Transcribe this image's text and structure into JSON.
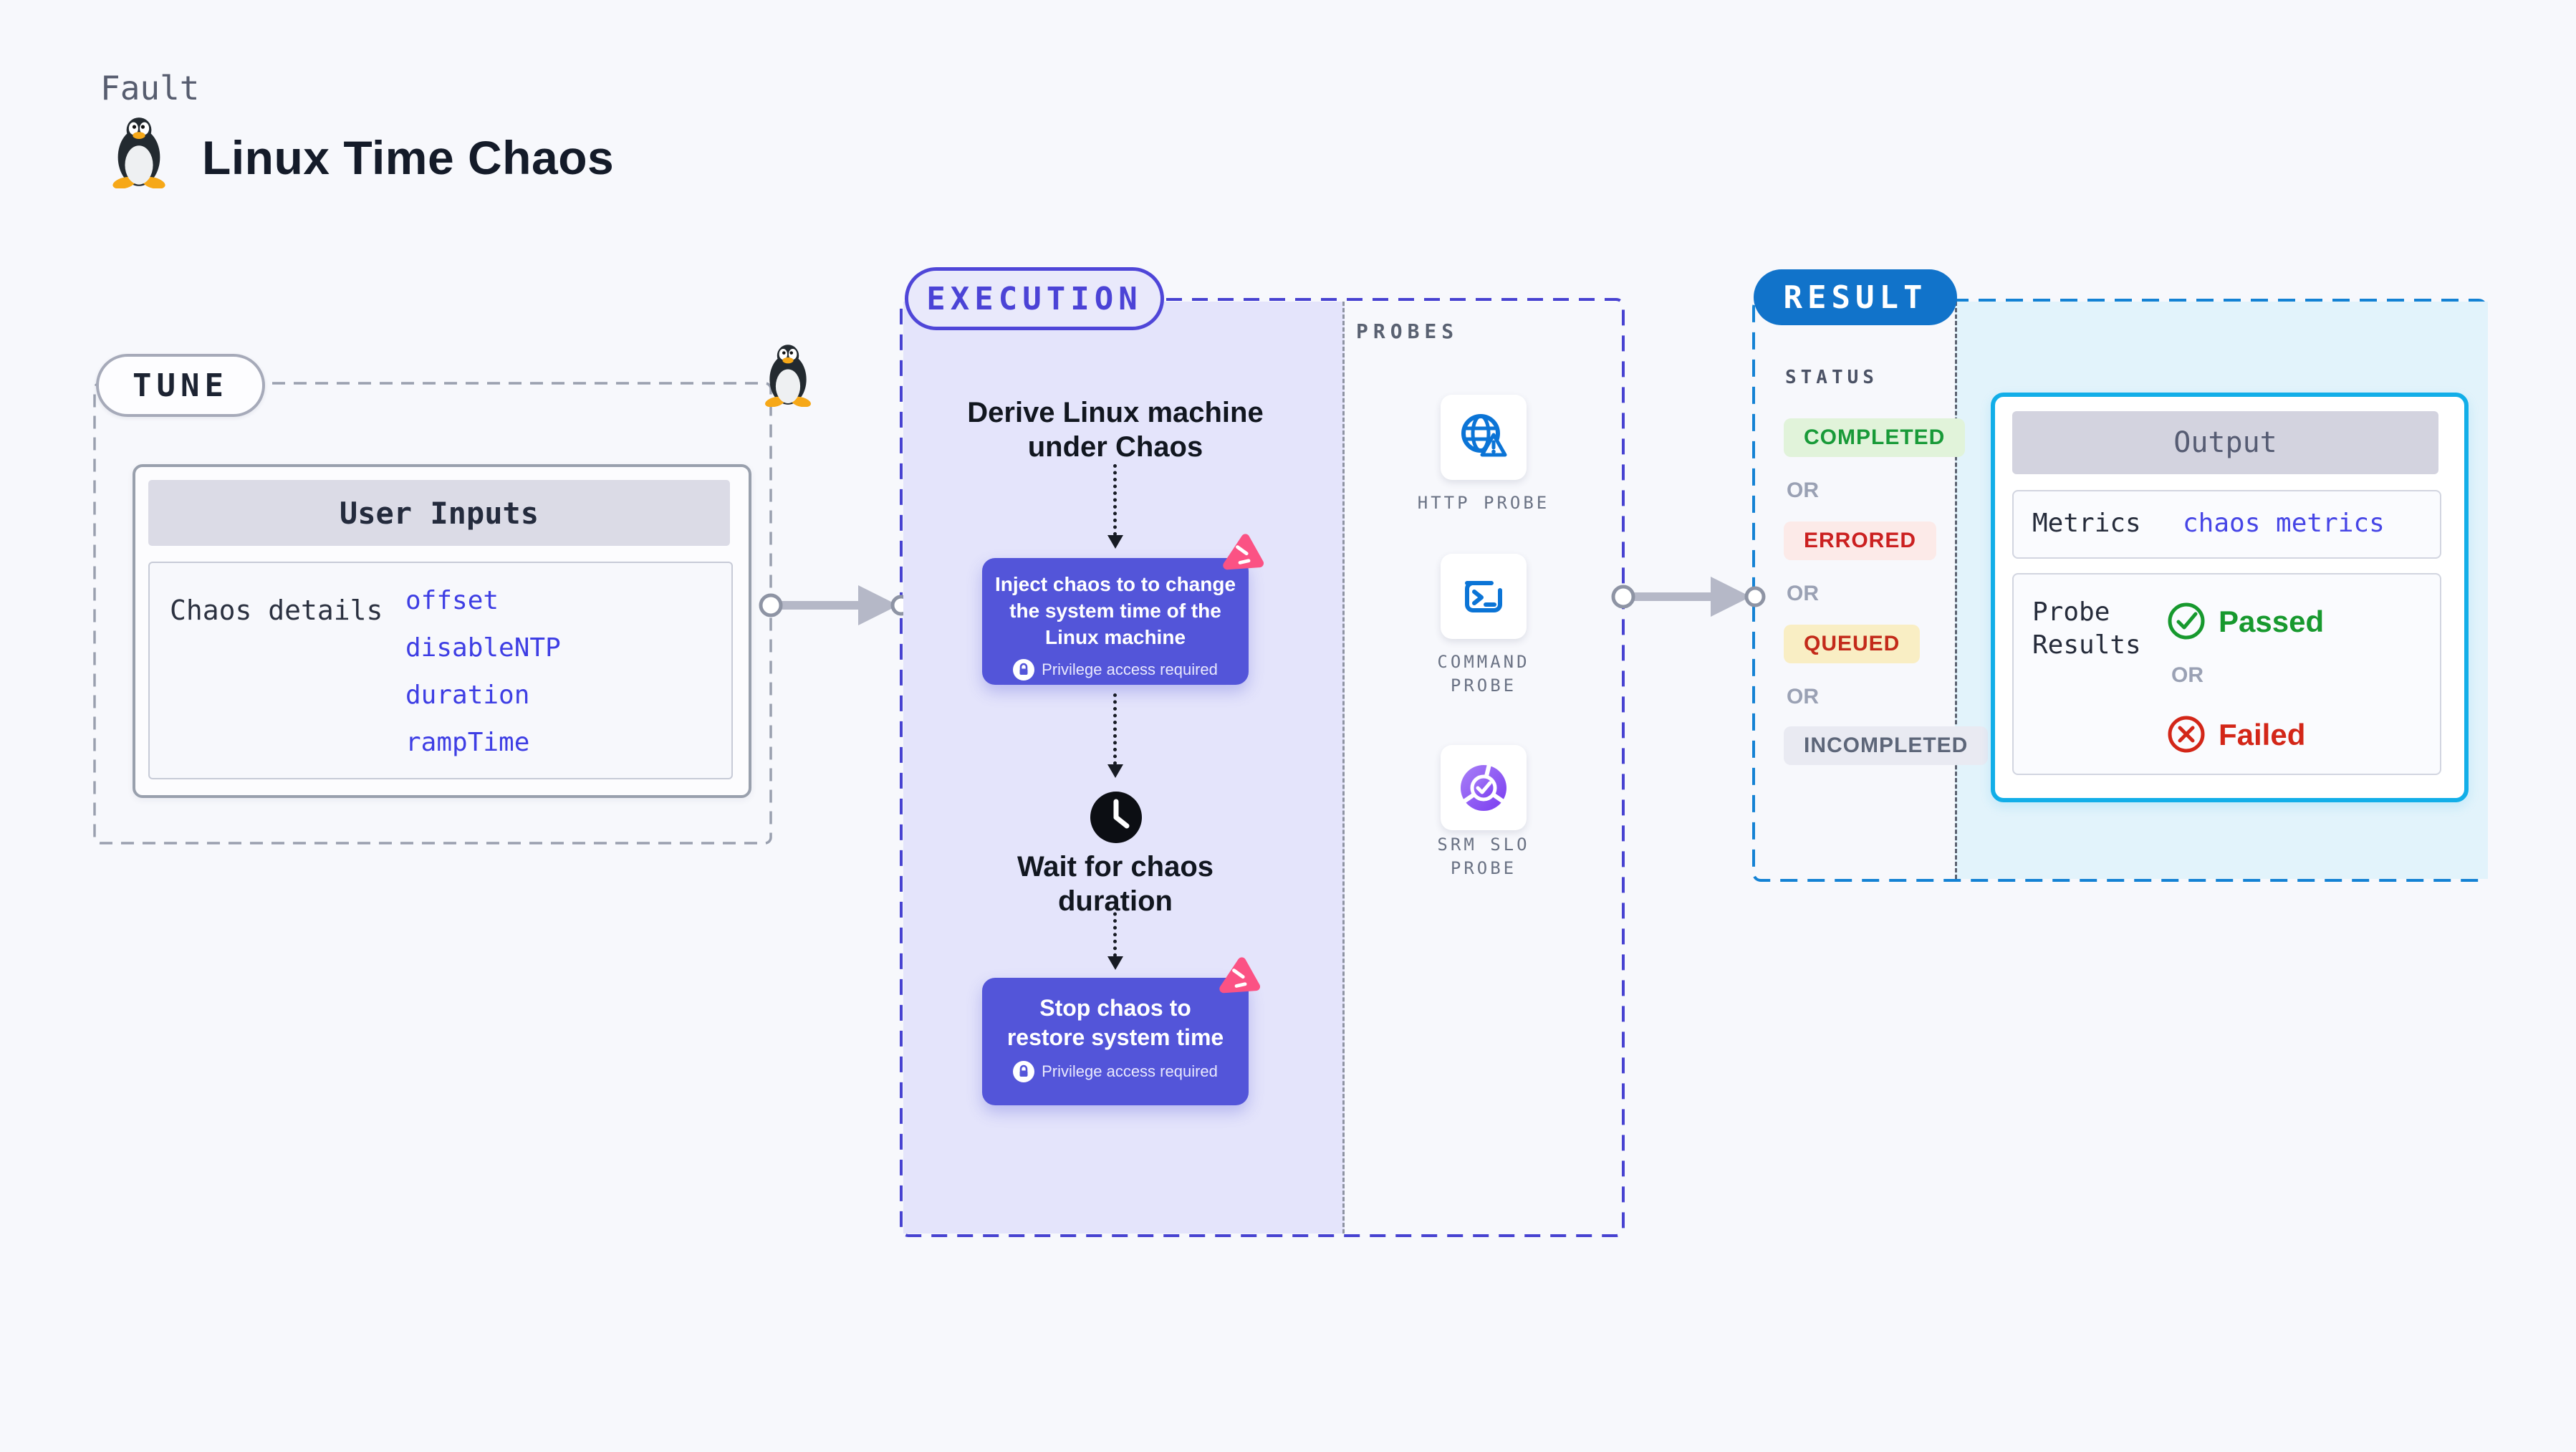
{
  "header": {
    "kicker": "Fault",
    "title": "Linux Time Chaos"
  },
  "tune": {
    "pill_label": "TUNE",
    "card_title": "User Inputs",
    "row_label": "Chaos details",
    "inputs": [
      "offset",
      "disableNTP",
      "duration",
      "rampTime"
    ]
  },
  "execution": {
    "pill_label": "EXECUTION",
    "derive_text": "Derive Linux machine\nunder Chaos",
    "inject_text": "Inject chaos to to change\nthe system time of the\nLinux machine",
    "privilege_note": "Privilege access required",
    "wait_text": "Wait for chaos\nduration",
    "stop_text": "Stop chaos to\nrestore system time"
  },
  "probes": {
    "section_label": "PROBES",
    "items": [
      {
        "label": "HTTP PROBE",
        "icon": "http-probe-icon"
      },
      {
        "label": "COMMAND\nPROBE",
        "icon": "command-probe-icon"
      },
      {
        "label": "SRM SLO\nPROBE",
        "icon": "srm-slo-probe-icon"
      }
    ]
  },
  "result": {
    "pill_label": "RESULT",
    "status_label": "STATUS",
    "or_label": "OR",
    "statuses": [
      "COMPLETED",
      "ERRORED",
      "QUEUED",
      "INCOMPLETED"
    ],
    "output": {
      "title": "Output",
      "metrics_label": "Metrics",
      "metrics_link": "chaos metrics",
      "probe_results_label": "Probe\nResults",
      "passed_label": "Passed",
      "or_label": "OR",
      "failed_label": "Failed"
    }
  },
  "colors": {
    "accent_indigo": "#4b43d6",
    "accent_blue": "#1173ca",
    "accent_cyan": "#12aee8",
    "card_purple": "#5355d9",
    "pink": "#fb5284",
    "green": "#17992e",
    "red": "#d32618",
    "link_blue": "#3e3ee4",
    "probe_icon_blue": "#0b74d6"
  }
}
